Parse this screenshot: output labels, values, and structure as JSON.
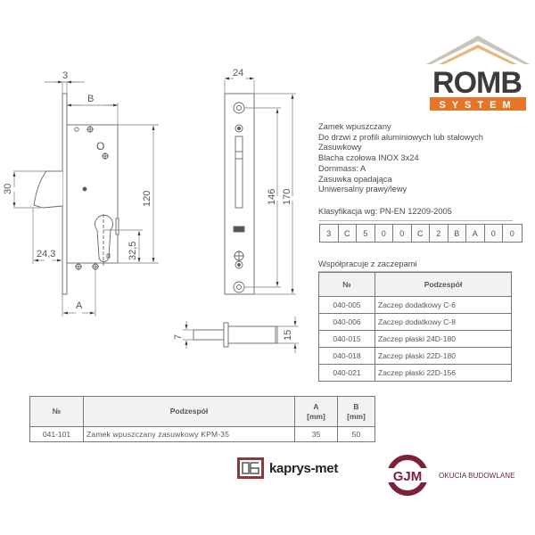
{
  "branding": {
    "top_logo": {
      "line1": "ROMB",
      "line2": "SYSTEM",
      "colors": {
        "roof": "#c9c3bd",
        "roof_accent": "#e9b67a",
        "text": "#3b3b3b",
        "band": "#e8742a"
      }
    },
    "footer_logos": [
      {
        "name": "kaprys-met",
        "text": "kaprys-met",
        "color": "#222222",
        "accent": "#8b3a3a"
      },
      {
        "name": "gjm",
        "text": "GJM",
        "tagline": "OKUCIA BUDOWLANE",
        "color": "#7a2238"
      }
    ]
  },
  "description": {
    "lines": [
      "Zamek wpuszczany",
      "Do drzwi z profili aluminiowych lub stalowych",
      "Zasuwkowy",
      "Blacha czołowa INOX 3x24",
      "Dornmass: A",
      "Zasuwka opadająca",
      "Uniwersalny prawy/lewy"
    ],
    "classification_label": "Klasyfikacja wg: PN-EN 12209-2005",
    "classification_code": [
      "3",
      "C",
      "5",
      "0",
      "0",
      "C",
      "2",
      "B",
      "A",
      "0",
      "0"
    ],
    "cooperates_label": "Współpracuje z zaczepami"
  },
  "strikes_table": {
    "headers": [
      "№",
      "Podzespół"
    ],
    "rows": [
      [
        "040-005",
        "Zaczep dodatkowy  C-6"
      ],
      [
        "040-006",
        "Zaczep dodatkowy  C-8"
      ],
      [
        "040-015",
        "Zaczep płaski 24D-180"
      ],
      [
        "040-018",
        "Zaczep płaski 22D-180"
      ],
      [
        "040-021",
        "Zaczep płaski 22D-156"
      ]
    ]
  },
  "product_table": {
    "headers": [
      "№",
      "Podzespół",
      "A",
      "[mm]",
      "B",
      "[mm]"
    ],
    "rows": [
      [
        "041-101",
        "Zamek wpuszczany zasuwkowy KPM-35",
        "35",
        "50"
      ]
    ]
  },
  "drawing": {
    "side_view": {
      "dims": {
        "faceplate_thickness": "3",
        "backset_label_top": "B",
        "bolt_height": "30",
        "body_height": "120",
        "cylinder_offset": "32,5",
        "bolt_throw": "24,3",
        "backset_label_bottom": "A"
      }
    },
    "front_view": {
      "dims": {
        "faceplate_width": "24",
        "hole_spacing": "146",
        "faceplate_height": "170"
      }
    },
    "bolt_view": {
      "dims": {
        "pin_diameter": "7",
        "bolt_diameter": "15"
      }
    }
  }
}
